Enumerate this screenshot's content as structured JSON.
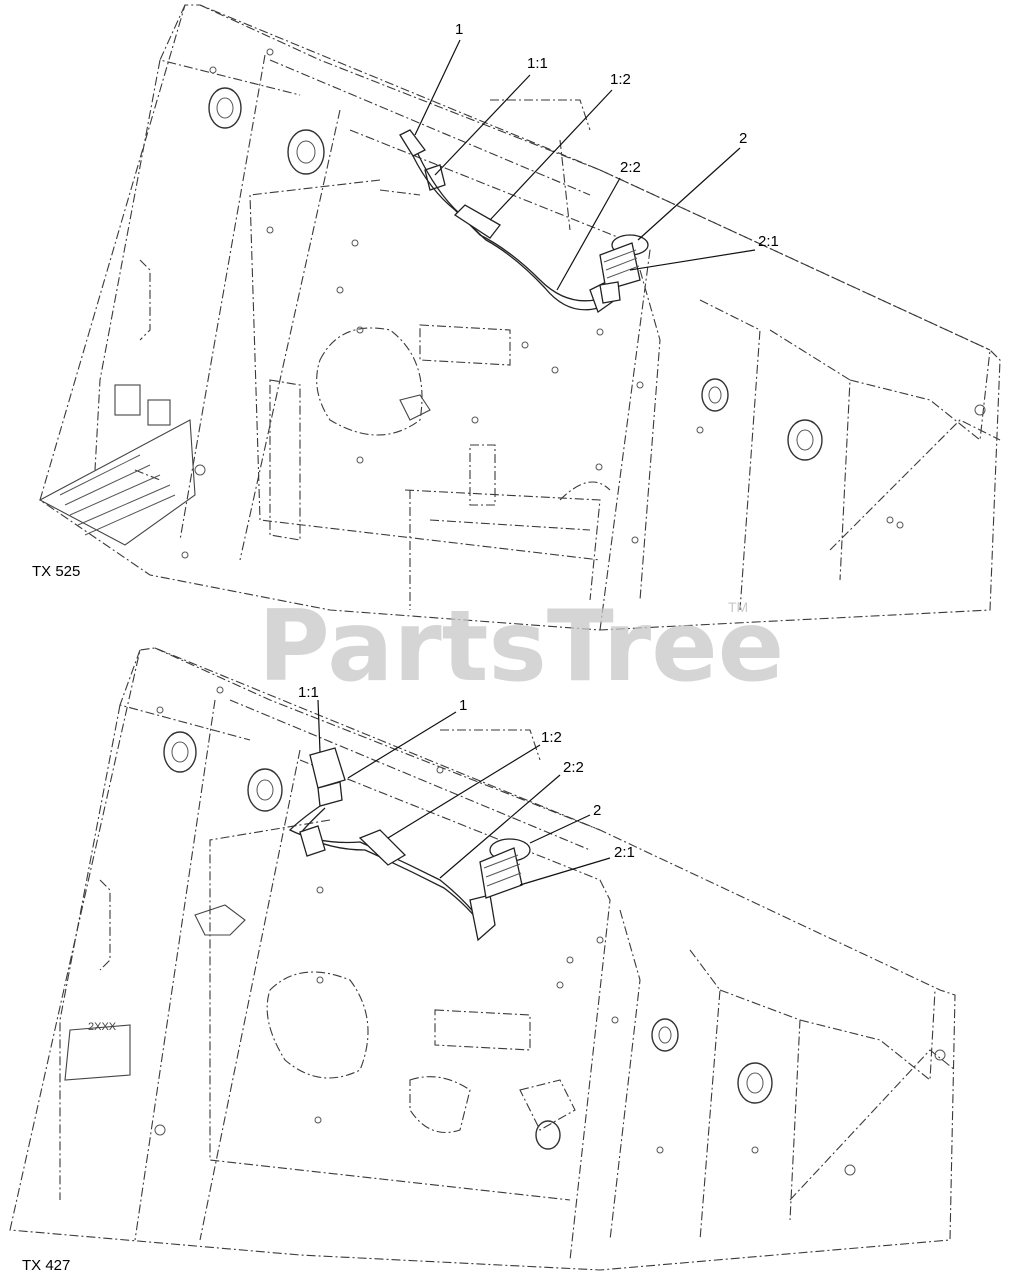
{
  "views": [
    {
      "label": "TX 525",
      "callouts": [
        "1",
        "1:1",
        "1:2",
        "2",
        "2:2",
        "2:1"
      ]
    },
    {
      "label": "TX 427",
      "callouts": [
        "1:1",
        "1",
        "1:2",
        "2:2",
        "2",
        "2:1"
      ]
    }
  ],
  "watermark": {
    "text": "PartsTree",
    "tm": "TM"
  },
  "decal_text": "2XXX"
}
